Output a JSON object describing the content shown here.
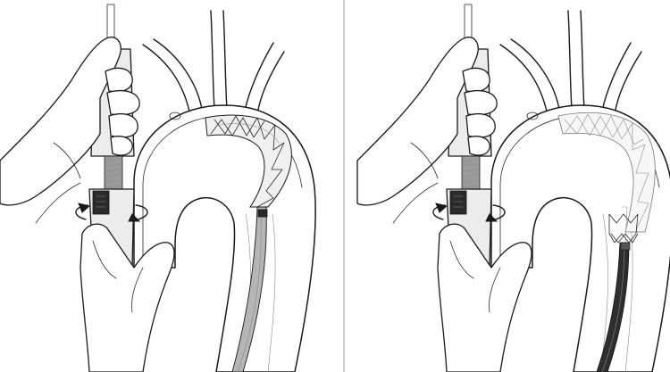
{
  "figure": {
    "panels": [
      {
        "id": "left",
        "stage": "graft-deploying-in-arch",
        "icons": [
          "hand-icon",
          "delivery-handle-icon",
          "rotate-arrow-icon",
          "aortic-arch-icon",
          "stent-graft-icon"
        ]
      },
      {
        "id": "right",
        "stage": "graft-deployed-catheter-retracted",
        "icons": [
          "hand-icon",
          "delivery-handle-icon",
          "rotate-arrow-icon",
          "aortic-arch-icon",
          "stent-graft-icon"
        ]
      }
    ],
    "colors": {
      "ink": "#1a1a1a",
      "background": "#ffffff",
      "device_gray": "#ececec"
    }
  }
}
